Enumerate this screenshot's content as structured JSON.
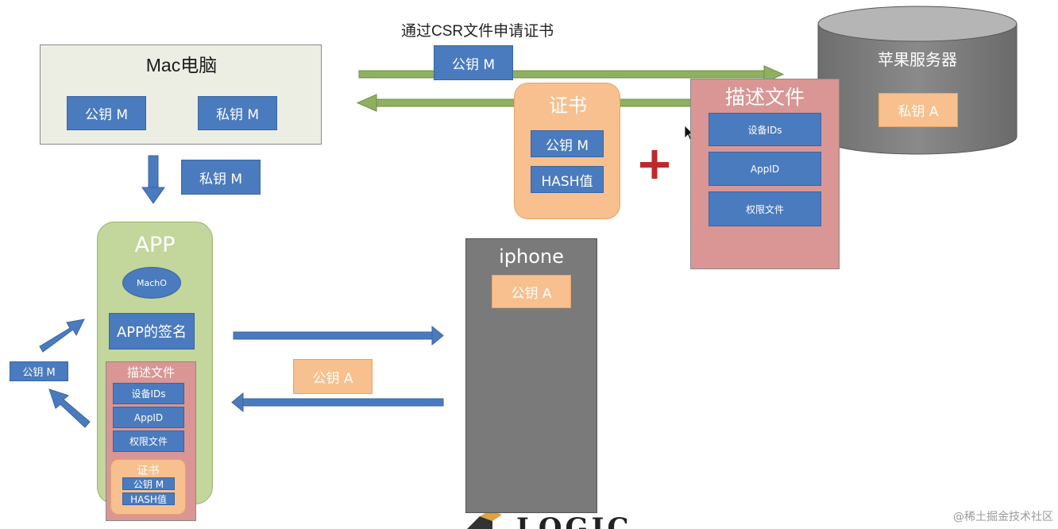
{
  "csr_label": "通过CSR文件申请证书",
  "mac": {
    "title": "Mac电脑",
    "public_key": "公钥 M",
    "private_key": "私钥 M"
  },
  "private_key_m_floating": "私钥 M",
  "csr_public_key": "公钥 M",
  "certificate_top": {
    "title": "证书",
    "public_key": "公钥 M",
    "hash": "HASH值"
  },
  "plus": "+",
  "apple_server": {
    "title": "苹果服务器",
    "private_key": "私钥 A"
  },
  "profile_top": {
    "title": "描述文件",
    "device_ids": "设备IDs",
    "app_id": "AppID",
    "permissions": "权限文件"
  },
  "app": {
    "title": "APP",
    "macho": "MachO",
    "signature": "APP的签名",
    "profile": {
      "title": "描述文件",
      "device_ids": "设备IDs",
      "app_id": "AppID",
      "permissions": "权限文件",
      "certificate": {
        "title": "证书",
        "public_key": "公钥 M",
        "hash": "HASH值"
      }
    }
  },
  "left_public_key": "公钥 M",
  "iphone": {
    "title": "iphone",
    "public_key": "公钥 A"
  },
  "public_key_a_floating": "公钥 A",
  "bottom_logo_text": "LOGIC",
  "watermark": "@稀土掘金技术社区",
  "colors": {
    "blue": "#4a7bbf",
    "green_arrow": "#8fb060",
    "peach": "#f7c08e",
    "gray_server": "#7a7a7a",
    "profile_red": "#d99694",
    "app_green": "#c3d69b",
    "plus_red": "#c0282b",
    "mac_box": "#eceee4"
  }
}
